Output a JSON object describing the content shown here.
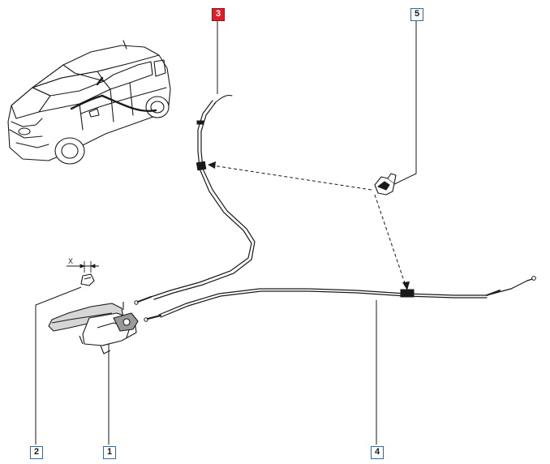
{
  "callouts": {
    "c1": "1",
    "c2": "2",
    "c3": "3",
    "c4": "4",
    "c5": "5"
  },
  "dimension_label": "X",
  "colors": {
    "active_callout": "#e11d2a",
    "callout_border": "#2b6cb0",
    "line": "#1a1a1a"
  }
}
